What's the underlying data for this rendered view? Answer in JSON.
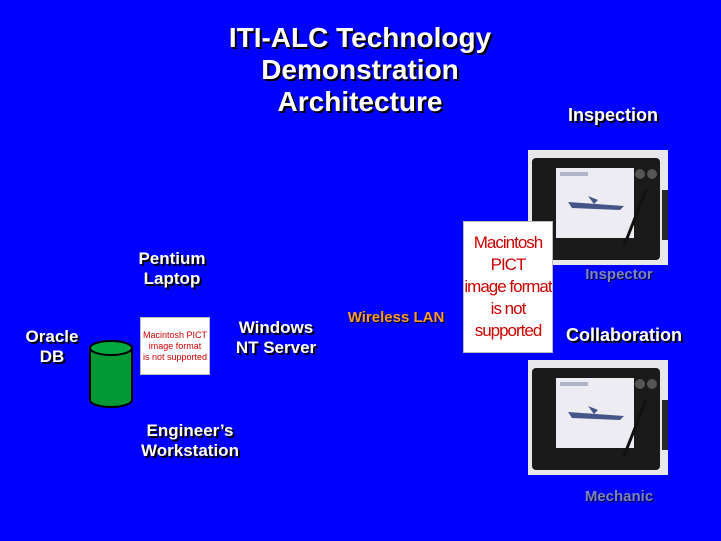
{
  "title_lines": [
    "ITI-ALC Technology",
    "Demonstration",
    "Architecture"
  ],
  "labels": {
    "inspection": "Inspection",
    "pentium_line1": "Pentium",
    "pentium_line2": "Laptop",
    "oracle_line1": "Oracle",
    "oracle_line2": "DB",
    "nt_line1": "Windows",
    "nt_line2": "NT Server",
    "wireless": "Wireless LAN",
    "collaboration": "Collaboration",
    "engineer_line1": "Engineer’s",
    "engineer_line2": "Workstation",
    "inspector": "Inspector",
    "mechanic": "Mechanic"
  },
  "placeholders": {
    "small": [
      "Macintosh PICT",
      "image format",
      "is not supported"
    ],
    "large": [
      "Macintosh PICT",
      "image format",
      "is not supported"
    ]
  },
  "colors": {
    "background": "#0000ff",
    "text": "#ffffff",
    "wireless": "#ff9933",
    "caption": "#7b84c4",
    "database": "#009933",
    "placeholder_text": "#cc0000"
  }
}
